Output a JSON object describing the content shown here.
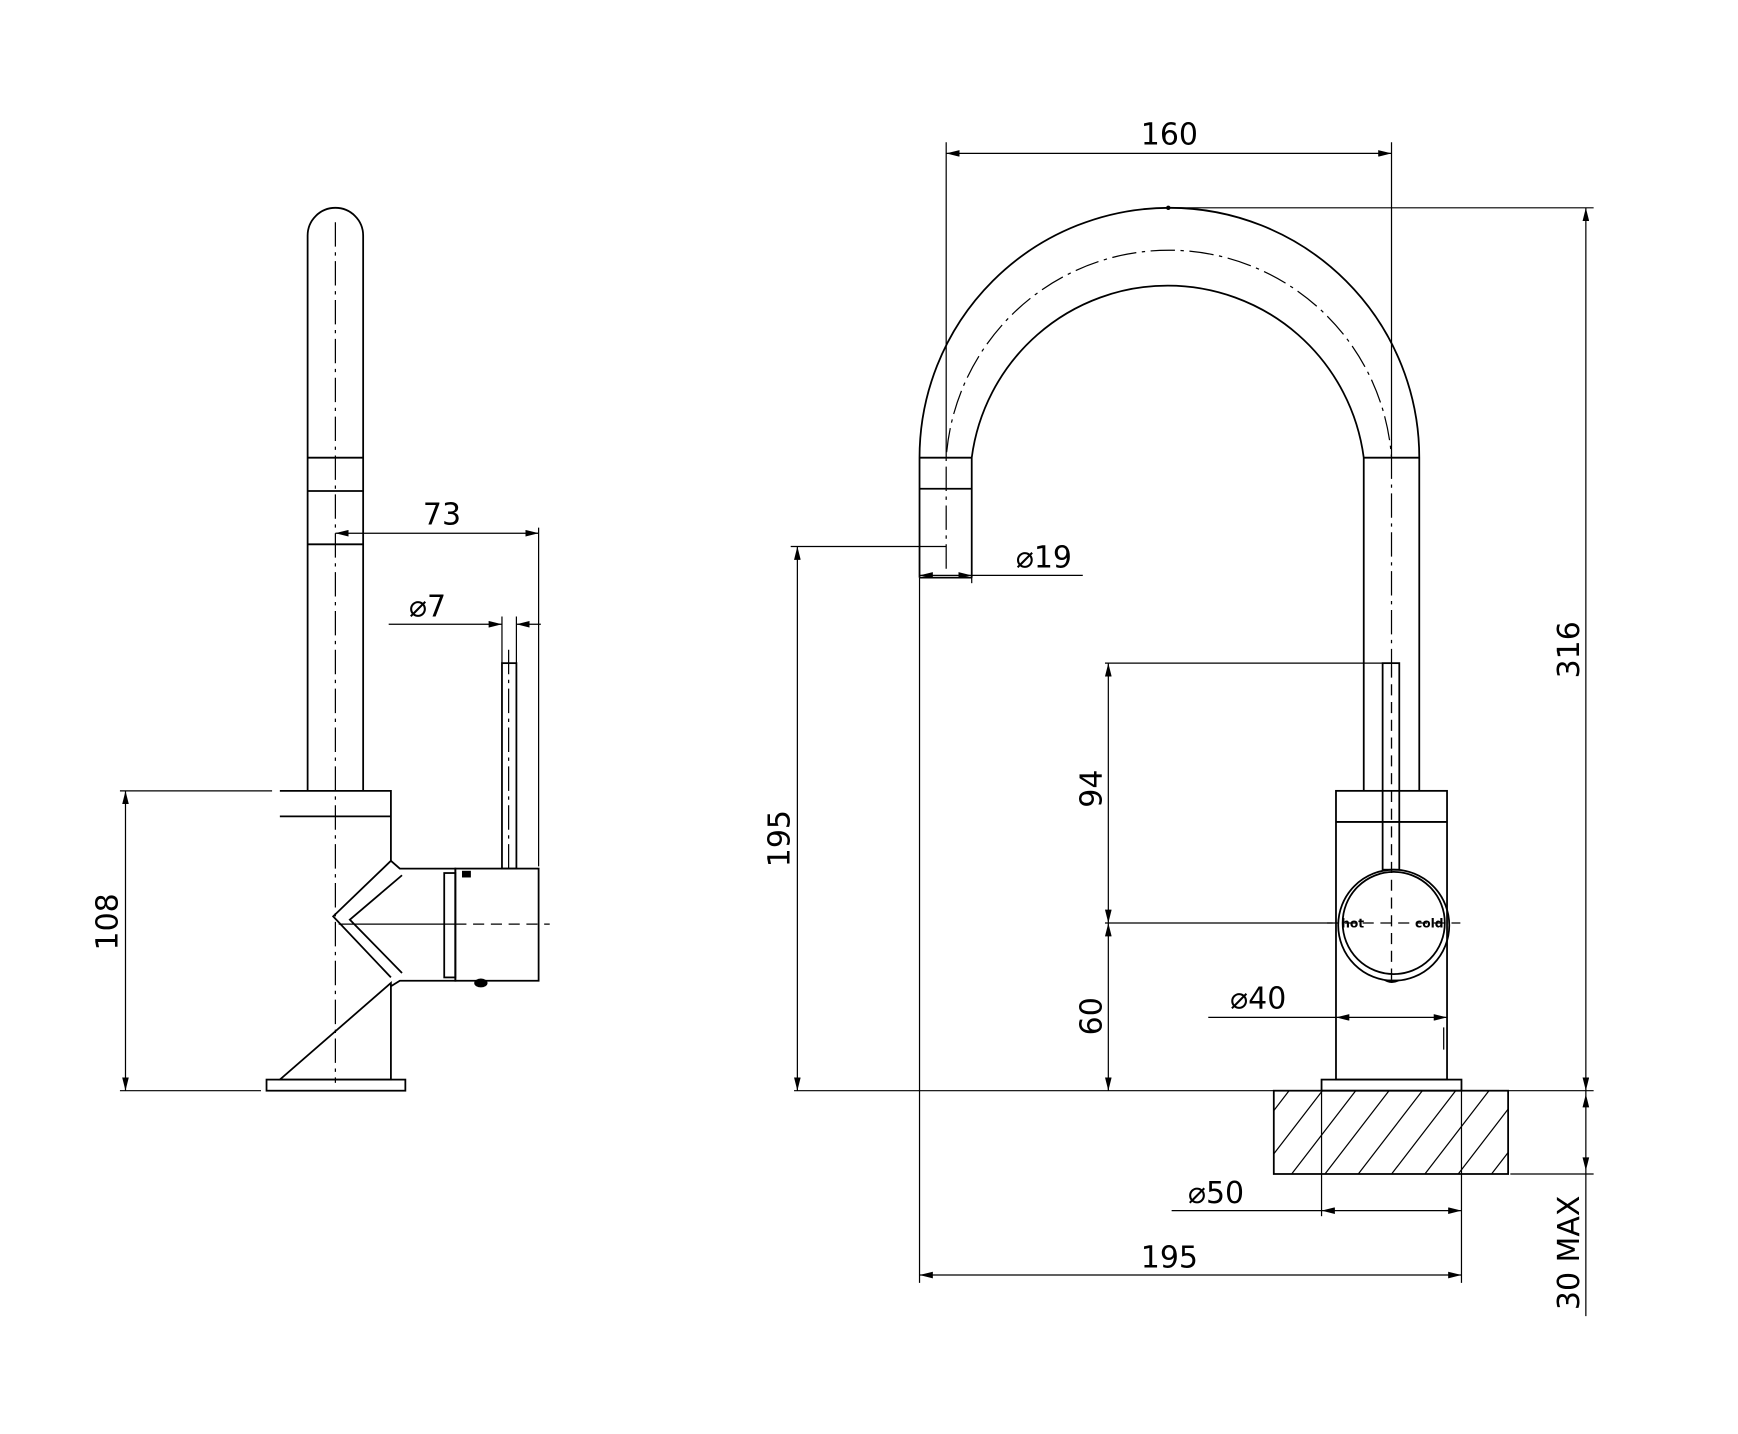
{
  "side_view": {
    "dim_reach": "73",
    "dim_lever_dia": "⌀7",
    "dim_body_height": "108"
  },
  "front_view": {
    "dim_spout_width": "160",
    "dim_spout_dia": "⌀19",
    "dim_outlet_height": "195",
    "dim_overall_height": "316",
    "dim_lever_height": "94",
    "dim_handle_center_height": "60",
    "dim_handle_dia": "⌀40",
    "dim_base_dia": "⌀50",
    "dim_projection": "195",
    "dim_bench_thickness": "30 MAX",
    "label_hot": "hot",
    "label_cold": "cold"
  }
}
